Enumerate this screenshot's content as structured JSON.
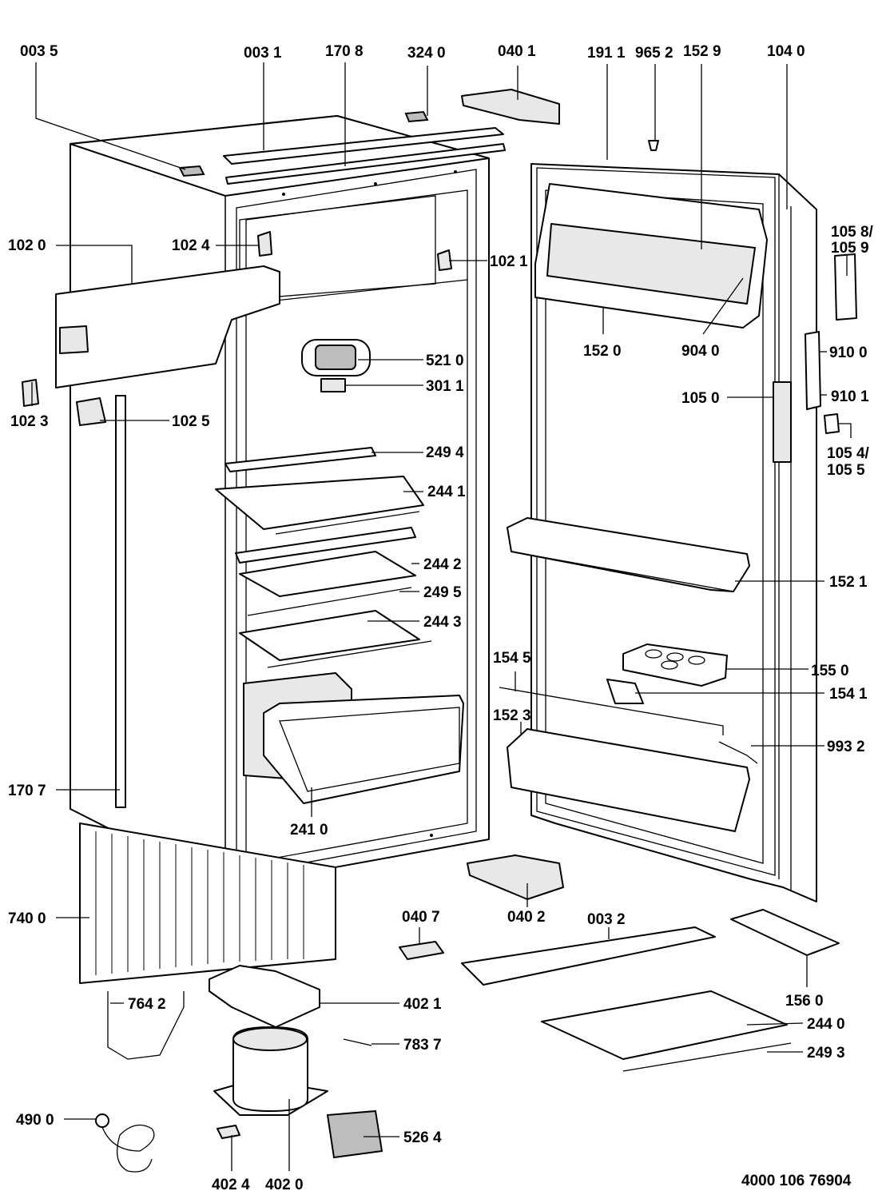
{
  "diagram": {
    "type": "exploded-parts-diagram",
    "document_code": "4000 106 76904",
    "part_labels": [
      "003 5",
      "003 1",
      "170 8",
      "324 0",
      "040 1",
      "191 1",
      "965 2",
      "152 9",
      "104 0",
      "102 0",
      "102 4",
      "102 1",
      "105 8/",
      "105 9",
      "152 0",
      "904 0",
      "910 0",
      "521 0",
      "301 1",
      "105 0",
      "910 1",
      "102 3",
      "102 5",
      "105 4/",
      "105 5",
      "249 4",
      "244 1",
      "244 2",
      "249 5",
      "244 3",
      "152 1",
      "154 5",
      "155 0",
      "154 1",
      "152 3",
      "993 2",
      "170 7",
      "241 0",
      "740 0",
      "040 7",
      "040 2",
      "003 2",
      "156 0",
      "764 2",
      "402 1",
      "244 0",
      "783 7",
      "249 3",
      "490 0",
      "526 4",
      "402 4",
      "402 0"
    ]
  }
}
